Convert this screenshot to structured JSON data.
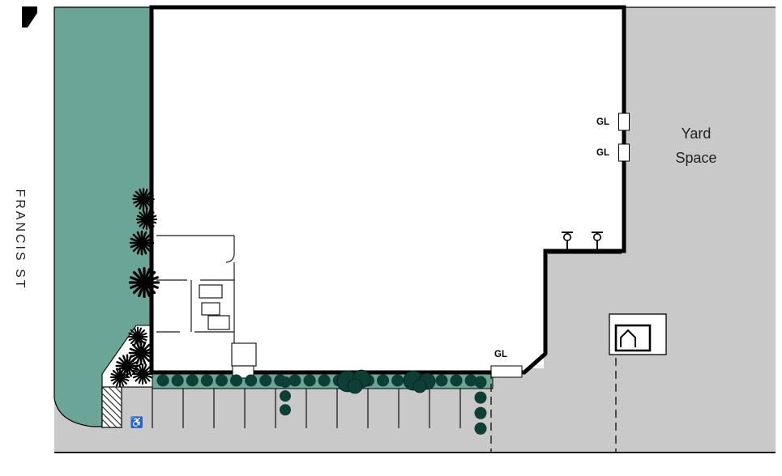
{
  "plan": {
    "street_label": "FRANCIS ST",
    "yard_line1": "Yard",
    "yard_line2": "Space",
    "gl_labels": [
      "GL",
      "GL",
      "GL"
    ],
    "icons": {
      "handicap": "♿"
    },
    "colors": {
      "landscape": "#6aa597",
      "hedge": "#0e3f36",
      "paving": "#c9c9c9",
      "line": "#000000"
    }
  }
}
